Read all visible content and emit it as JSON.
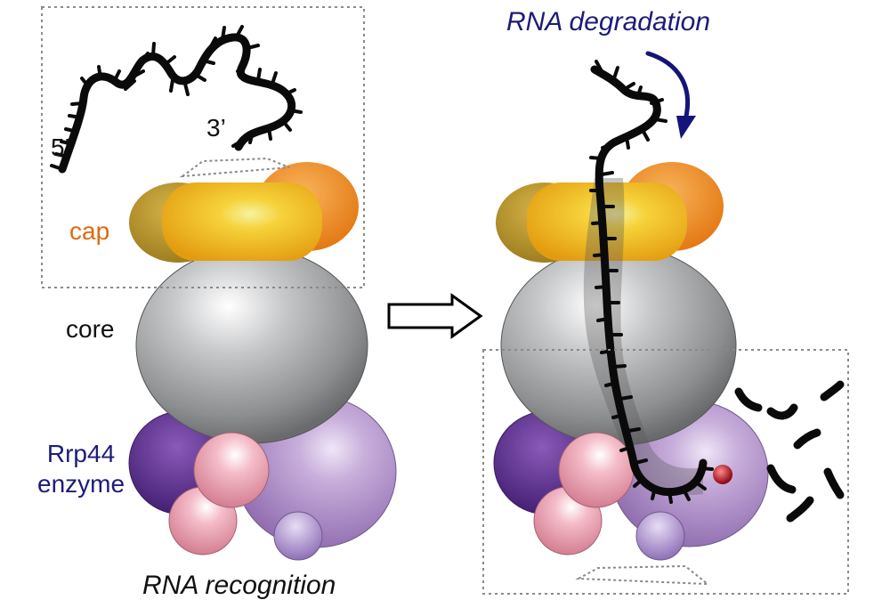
{
  "labels": {
    "five_prime": "5’",
    "three_prime": "3’",
    "cap": "cap",
    "core": "core",
    "rrp44_line1": "Rrp44",
    "rrp44_line2": "enzyme",
    "rna_recognition": "RNA recognition",
    "rna_degradation": "RNA degradation"
  },
  "colors": {
    "cap_label": "#e06a10",
    "enzyme_label": "#1c1c78",
    "degradation_label": "#1c1c78",
    "degradation_arrow": "#14147a",
    "core_grey": "#a8a9ab",
    "cap_yellow": "#f3b415",
    "cap_orange": "#ef8a1f",
    "cap_olive": "#b8952a",
    "enzyme_purple": "#b495cc",
    "enzyme_dark_purple": "#5a2d8c",
    "pink_subunit": "#ec9fb0",
    "rna_strand": "#0a0a0a",
    "catalytic_site": "#b0101c"
  }
}
